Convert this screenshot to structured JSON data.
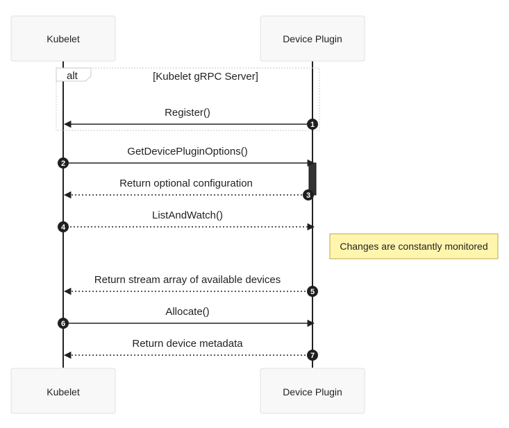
{
  "actors": {
    "kubelet": "Kubelet",
    "device_plugin": "Device Plugin"
  },
  "alt": {
    "keyword": "alt",
    "condition": "[Kubelet gRPC Server]"
  },
  "messages": [
    {
      "num": "1",
      "label": "Register()",
      "from": "device_plugin",
      "to": "kubelet",
      "style": "solid"
    },
    {
      "num": "2",
      "label": "GetDevicePluginOptions()",
      "from": "kubelet",
      "to": "device_plugin",
      "style": "solid"
    },
    {
      "num": "3",
      "label": "Return optional configuration",
      "from": "device_plugin",
      "to": "kubelet",
      "style": "dotted"
    },
    {
      "num": "4",
      "label": "ListAndWatch()",
      "from": "kubelet",
      "to": "device_plugin",
      "style": "dotted"
    },
    {
      "num": "5",
      "label": "Return stream array of available devices",
      "from": "device_plugin",
      "to": "kubelet",
      "style": "dotted"
    },
    {
      "num": "6",
      "label": "Allocate()",
      "from": "kubelet",
      "to": "device_plugin",
      "style": "solid"
    },
    {
      "num": "7",
      "label": "Return device metadata",
      "from": "device_plugin",
      "to": "kubelet",
      "style": "dotted"
    }
  ],
  "note": {
    "text": "Changes are constantly monitored"
  },
  "colors": {
    "note_fill": "#fff5ad",
    "note_border": "#b7a94e",
    "actor_fill": "#f8f8f8",
    "line": "#222222"
  }
}
